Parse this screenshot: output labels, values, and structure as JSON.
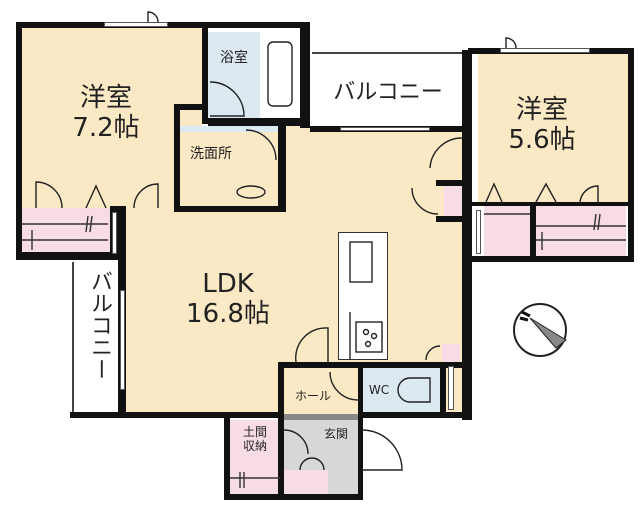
{
  "floor_plan": {
    "rooms": [
      {
        "id": "western-room-1",
        "name": "洋室",
        "size": "7.2帖"
      },
      {
        "id": "western-room-2",
        "name": "洋室",
        "size": "5.6帖"
      },
      {
        "id": "ldk",
        "name": "LDK",
        "size": "16.8帖"
      },
      {
        "id": "bathroom",
        "name": "浴室"
      },
      {
        "id": "washroom",
        "name": "洗面所"
      },
      {
        "id": "balcony-top",
        "name": "バルコニー"
      },
      {
        "id": "balcony-left",
        "name": "バルコニー"
      },
      {
        "id": "toilet",
        "name": "WC"
      },
      {
        "id": "hall",
        "name": "ホール"
      },
      {
        "id": "entrance",
        "name": "玄関"
      },
      {
        "id": "entrance-storage",
        "name_line1": "土間",
        "name_line2": "収納"
      }
    ],
    "compass": {
      "icon": "north-compass-icon",
      "direction": "north-west"
    },
    "colors": {
      "beige": "#fbe9c6",
      "blue": "#dde9f1",
      "pink": "#f7dbe6",
      "gray": "#d7d7d7",
      "wall": "#111111"
    }
  }
}
